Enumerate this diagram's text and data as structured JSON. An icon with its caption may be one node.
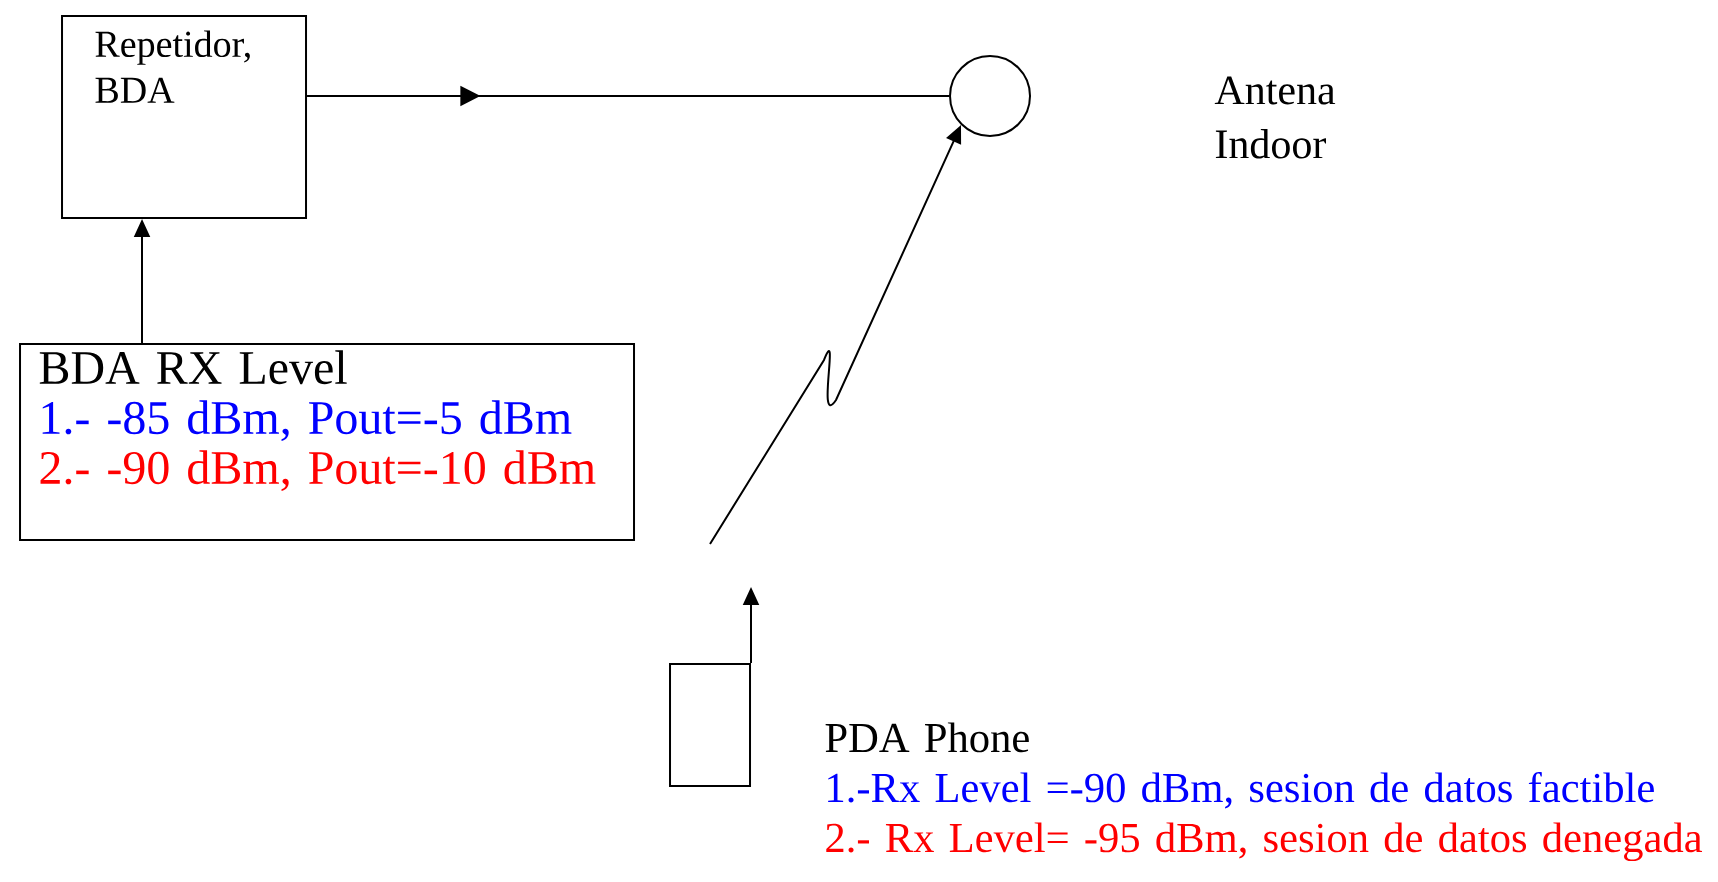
{
  "diagram": {
    "nodes": [
      {
        "text": [
          "Repetidor, BDA"
        ]
      },
      {
        "text": [],
        "shape": "circle"
      },
      {
        "text": [
          "BDA RX Level",
          "1.- -85 dBm, Pout=-5 dBm",
          "2.- -90 dBm, Pout=-10 dBm"
        ]
      },
      {
        "text": [],
        "shape": "box",
        "beside": [
          "PDA Phone",
          "1.-Rx Level =-90 dBm, sesion de datos factible",
          "2.- Rx Level= -95 dBm, sesion de datos denegada"
        ]
      }
    ],
    "edges": [
      {
        "from": 0,
        "to": 1,
        "arrow": "to"
      },
      {
        "from": 2,
        "to": 0,
        "arrow": "to"
      },
      {
        "from": 3,
        "to": null,
        "arrow": "to"
      },
      {
        "from": null,
        "to": 1,
        "arrow": "to"
      }
    ],
    "labels": [
      "Antena Indoor"
    ]
  }
}
